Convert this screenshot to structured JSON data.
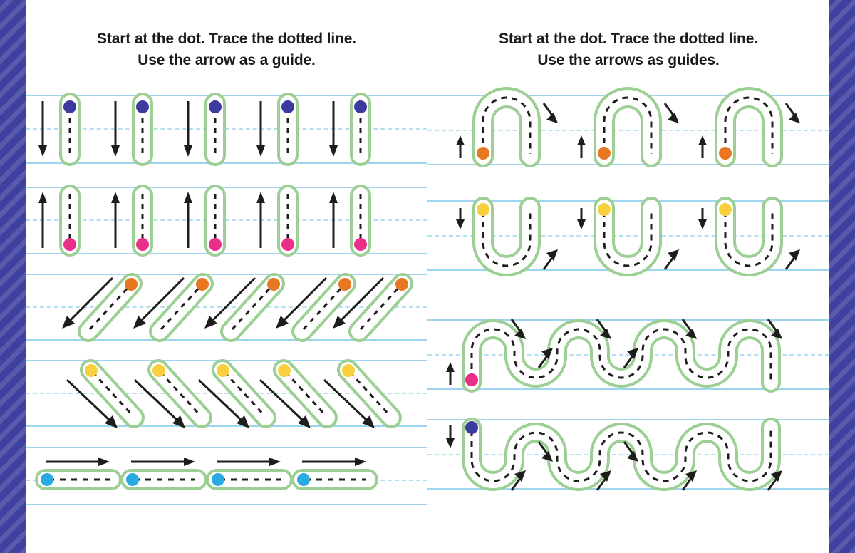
{
  "document": {
    "type": "handwriting-tracing-worksheet",
    "page_background": "#ffffff",
    "border_color": "#3f41a0"
  },
  "palette": {
    "track_fill": "#9ccf93",
    "track_core": "#ffffff",
    "dash_color": "#1d1d1b",
    "arrow_color": "#1d1d1b",
    "rule_solid": "#9ed4ef",
    "rule_dashed": "#b6dff2",
    "dot_navy": "#3b3b9e",
    "dot_pink": "#ec2e8b",
    "dot_orange": "#e87722",
    "dot_yellow": "#f9cf3d",
    "dot_cyan": "#29aae1"
  },
  "left_page": {
    "title": {
      "line1": "Start at the dot. Trace the dotted line.",
      "line2": "Use the arrow as a guide."
    },
    "rows": [
      {
        "id": "row-vertical-down",
        "stroke": "vertical-line",
        "direction": "top-to-bottom",
        "dot_color": "#3b3b9e",
        "dot_position": "top",
        "arrow": "down",
        "repetitions": 5
      },
      {
        "id": "row-vertical-up",
        "stroke": "vertical-line",
        "direction": "bottom-to-top",
        "dot_color": "#ec2e8b",
        "dot_position": "bottom",
        "arrow": "up",
        "repetitions": 5
      },
      {
        "id": "row-diagonal-down-left",
        "stroke": "diagonal-line",
        "direction": "top-right-to-bottom-left",
        "dot_color": "#e87722",
        "dot_position": "top-right",
        "arrow": "down-left",
        "repetitions": 5
      },
      {
        "id": "row-diagonal-down-right",
        "stroke": "diagonal-line",
        "direction": "top-left-to-bottom-right",
        "dot_color": "#f9cf3d",
        "dot_position": "top-left",
        "arrow": "down-right",
        "repetitions": 5
      },
      {
        "id": "row-horizontal-right",
        "stroke": "horizontal-line",
        "direction": "left-to-right",
        "dot_color": "#29aae1",
        "dot_position": "left",
        "arrow": "right",
        "repetitions": 4
      }
    ]
  },
  "right_page": {
    "title": {
      "line1": "Start at the dot. Trace the dotted line.",
      "line2": "Use the arrows as guides."
    },
    "rows": [
      {
        "id": "row-arch",
        "stroke": "inverted-u-arch",
        "direction": "up-over-down",
        "dot_color": "#e87722",
        "dot_position": "bottom-left",
        "arrows": [
          "up",
          "down-right"
        ],
        "repetitions": 3
      },
      {
        "id": "row-u-curve",
        "stroke": "u-curve",
        "direction": "down-under-up",
        "dot_color": "#f9cf3d",
        "dot_position": "top-left",
        "arrows": [
          "down",
          "up-right"
        ],
        "repetitions": 3
      },
      {
        "id": "row-wave-up",
        "stroke": "wave",
        "direction": "start-upward",
        "dot_color": "#ec2e8b",
        "dot_position": "bottom-left",
        "arrows": [
          "up",
          "down-right",
          "up-right",
          "down-right",
          "up-right",
          "down-right"
        ],
        "repetitions": 1
      },
      {
        "id": "row-wave-down",
        "stroke": "wave",
        "direction": "start-downward",
        "dot_color": "#3b3b9e",
        "dot_position": "top-left",
        "arrows": [
          "down",
          "up-right",
          "down-right",
          "up-right",
          "down-right",
          "up-right"
        ],
        "repetitions": 1
      }
    ]
  }
}
